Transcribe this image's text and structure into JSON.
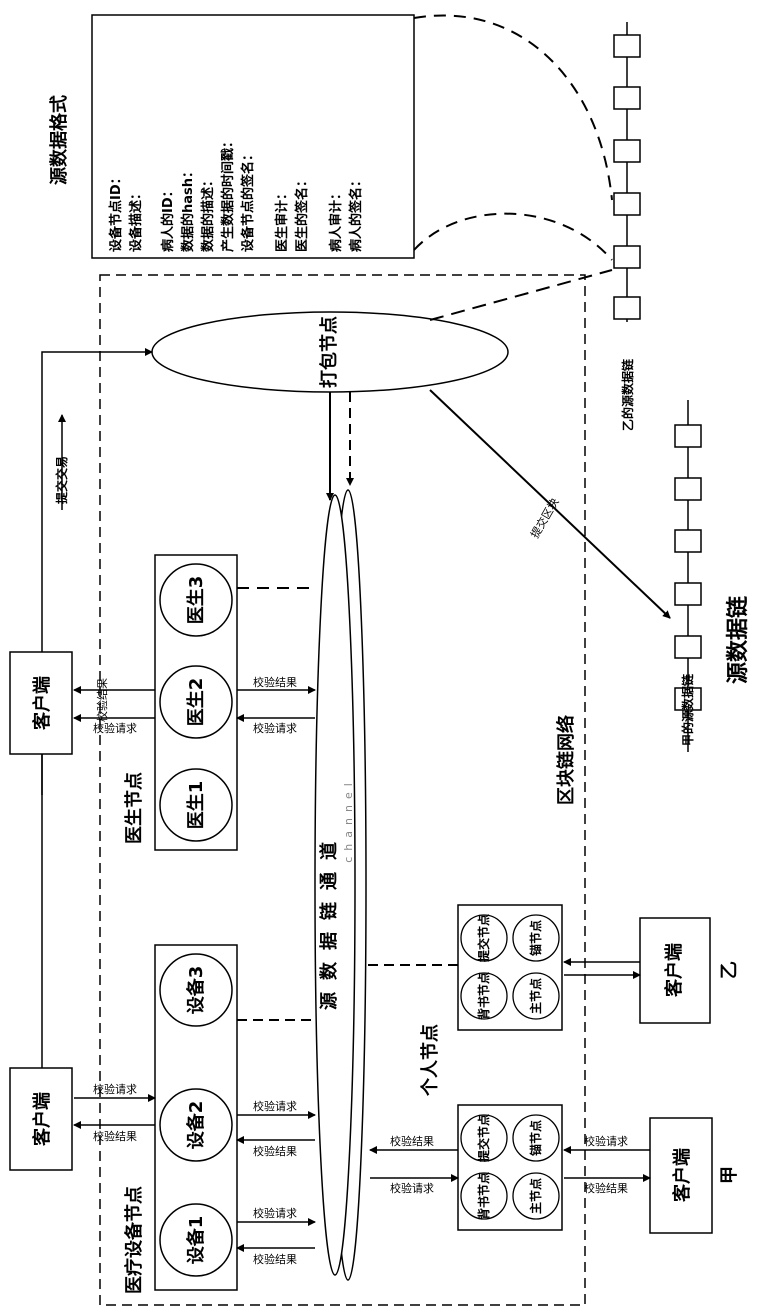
{
  "source_format": {
    "title": "源数据格式",
    "line1": "设备节点ID：",
    "line2": "设备描述：",
    "line3": "病人的ID：",
    "line4": "数据的hash：",
    "line5": "数据的描述：",
    "line6": "产生数据的时间戳：",
    "line7": "设备节点的签名：",
    "line8": "医生审计：",
    "line9": "医生的签名：",
    "line10": "病人审计：",
    "line11": "病人的签名："
  },
  "chain_yi": {
    "label": "乙的源数据链"
  },
  "chain_jia": {
    "label": "甲的源数据链"
  },
  "source_chain_title": "源数据链",
  "packer": {
    "label": "打包节点"
  },
  "channel": {
    "label": "源数据链通道",
    "sub": "channel"
  },
  "network_label": "区块链网络",
  "submit_tx": "提交交易",
  "submit_block": "提交区块",
  "doctor_group": {
    "title": "医生节点",
    "d1": "医生1",
    "d2": "医生2",
    "d3": "医生3"
  },
  "device_group": {
    "title": "医疗设备节点",
    "e1": "设备1",
    "e2": "设备2",
    "e3": "设备3"
  },
  "personal": {
    "title": "个人节点",
    "n1": "背书节点",
    "n2": "提交节点",
    "n3": "主节点",
    "n4": "锚节点"
  },
  "clients": {
    "label": "客户端",
    "jia": "甲",
    "yi": "乙"
  },
  "verify_request": "校验请求",
  "verify_result": "校验结果"
}
